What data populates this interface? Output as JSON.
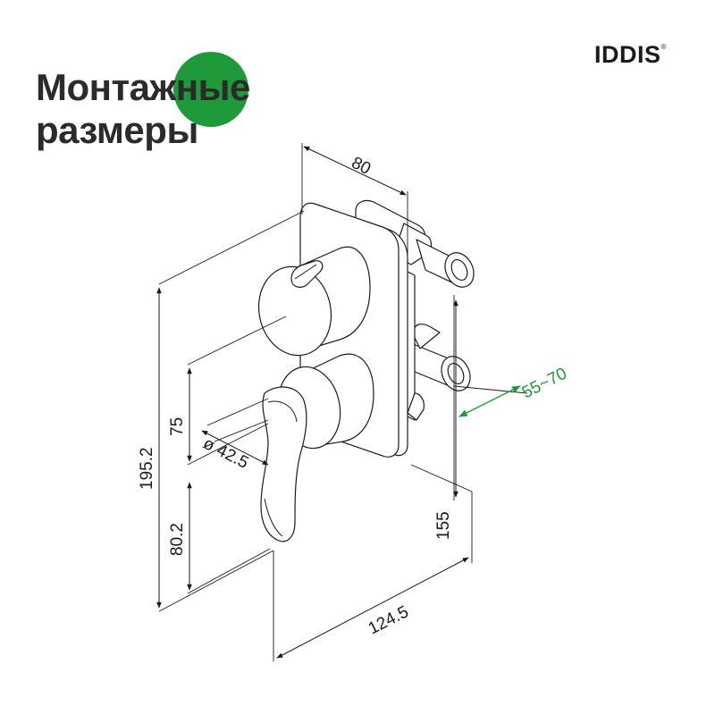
{
  "title": {
    "line1": "Монтажные",
    "line2": "размеры"
  },
  "brand": {
    "name": "IDDIS",
    "mark": "®"
  },
  "colors": {
    "accent": "#1e9a3a",
    "line": "#1a1a1a",
    "text": "#2b2b2b"
  },
  "dimensions": {
    "width_top": "80",
    "height_total": "195.2",
    "height_upper": "75",
    "height_lower": "80.2",
    "diameter": "ø 42.5",
    "depth": "124.5",
    "depth_right": "155",
    "wall_depth": "55~70"
  }
}
